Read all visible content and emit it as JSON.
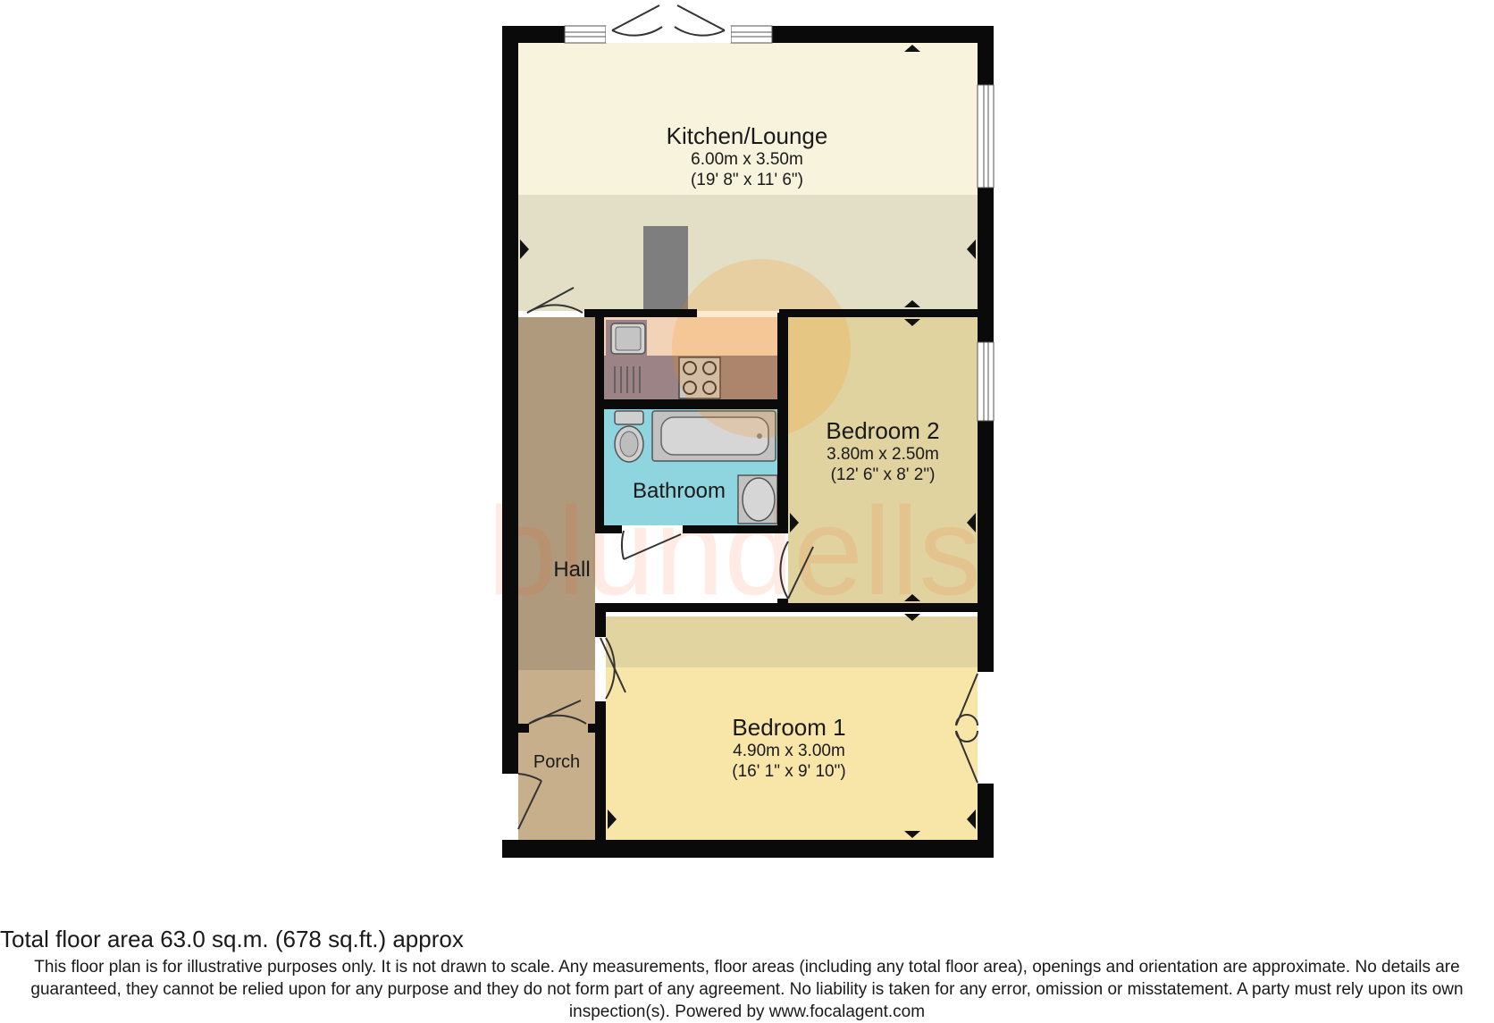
{
  "rooms": {
    "kitchen_lounge": {
      "name": "Kitchen/Lounge",
      "metric": "6.00m x 3.50m",
      "imperial": "(19' 8\" x 11' 6\")"
    },
    "bedroom_2": {
      "name": "Bedroom 2",
      "metric": "3.80m x 2.50m",
      "imperial": "(12' 6\" x 8' 2\")"
    },
    "bedroom_1": {
      "name": "Bedroom 1",
      "metric": "4.90m x 3.00m",
      "imperial": "(16' 1\" x 9' 10\")"
    },
    "bathroom": {
      "name": "Bathroom"
    },
    "hall": {
      "name": "Hall"
    },
    "porch": {
      "name": "Porch"
    }
  },
  "footer": {
    "total_area": "Total floor area 63.0 sq.m. (678 sq.ft.) approx",
    "disclaimer": "This floor plan is for illustrative purposes only. It is not drawn to scale. Any measurements, floor areas (including any total floor area), openings and orientation are approximate. No details are guaranteed, they cannot be relied upon for any purpose and they do not form part of any agreement. No liability is taken for any error, omission or misstatement. A party must rely upon its own inspection(s). Powered by www.focalagent.com"
  },
  "watermark": {
    "text": "blundells"
  },
  "colors": {
    "wall": "#0a0a0a",
    "kitchen_lounge": "#f7f3dc",
    "kitchen_lounge_lower": "#e2dfc6",
    "bedroom_2": "#e0d3a0",
    "bedroom_1": "#f8e6a8",
    "bedroom_1_upper": "#e2d4a1",
    "bathroom": "#8ed5e0",
    "hall": "#b09a7e",
    "porch": "#c8af8c",
    "kitchen_strip": "#9c8486",
    "window": "#ffffff"
  }
}
